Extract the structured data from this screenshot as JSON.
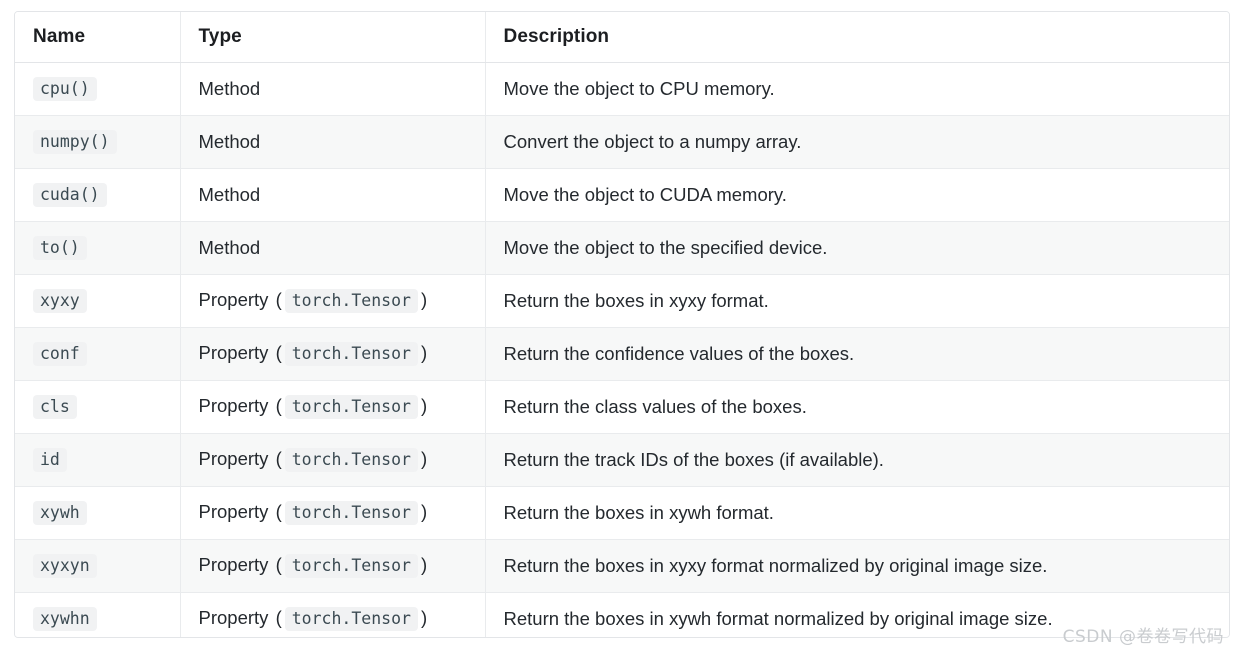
{
  "table": {
    "columns": [
      "Name",
      "Type",
      "Description"
    ],
    "rows": [
      {
        "name": "cpu()",
        "type_prefix": "Method",
        "type_code": "",
        "description": "Move the object to CPU memory."
      },
      {
        "name": "numpy()",
        "type_prefix": "Method",
        "type_code": "",
        "description": "Convert the object to a numpy array."
      },
      {
        "name": "cuda()",
        "type_prefix": "Method",
        "type_code": "",
        "description": "Move the object to CUDA memory."
      },
      {
        "name": "to()",
        "type_prefix": "Method",
        "type_code": "",
        "description": "Move the object to the specified device."
      },
      {
        "name": "xyxy",
        "type_prefix": "Property",
        "type_code": "torch.Tensor",
        "description": "Return the boxes in xyxy format."
      },
      {
        "name": "conf",
        "type_prefix": "Property",
        "type_code": "torch.Tensor",
        "description": "Return the confidence values of the boxes."
      },
      {
        "name": "cls",
        "type_prefix": "Property",
        "type_code": "torch.Tensor",
        "description": "Return the class values of the boxes."
      },
      {
        "name": "id",
        "type_prefix": "Property",
        "type_code": "torch.Tensor",
        "description": "Return the track IDs of the boxes (if available)."
      },
      {
        "name": "xywh",
        "type_prefix": "Property",
        "type_code": "torch.Tensor",
        "description": "Return the boxes in xywh format."
      },
      {
        "name": "xyxyn",
        "type_prefix": "Property",
        "type_code": "torch.Tensor",
        "description": "Return the boxes in xyxy format normalized by original image size."
      },
      {
        "name": "xywhn",
        "type_prefix": "Property",
        "type_code": "torch.Tensor",
        "description": "Return the boxes in xywh format normalized by original image size."
      }
    ],
    "paren_open": "(",
    "paren_close": ")"
  },
  "watermark": {
    "text": "CSDN @卷卷写代码"
  },
  "colors": {
    "text": "#24292e",
    "header_text": "#1c1e21",
    "border": "#e9ebed",
    "outer_border": "#e3e5e8",
    "stripe": "#f7f8f8",
    "chip_bg": "#f1f2f3",
    "chip_text": "#3b4a52",
    "watermark": "#c9cccf"
  }
}
